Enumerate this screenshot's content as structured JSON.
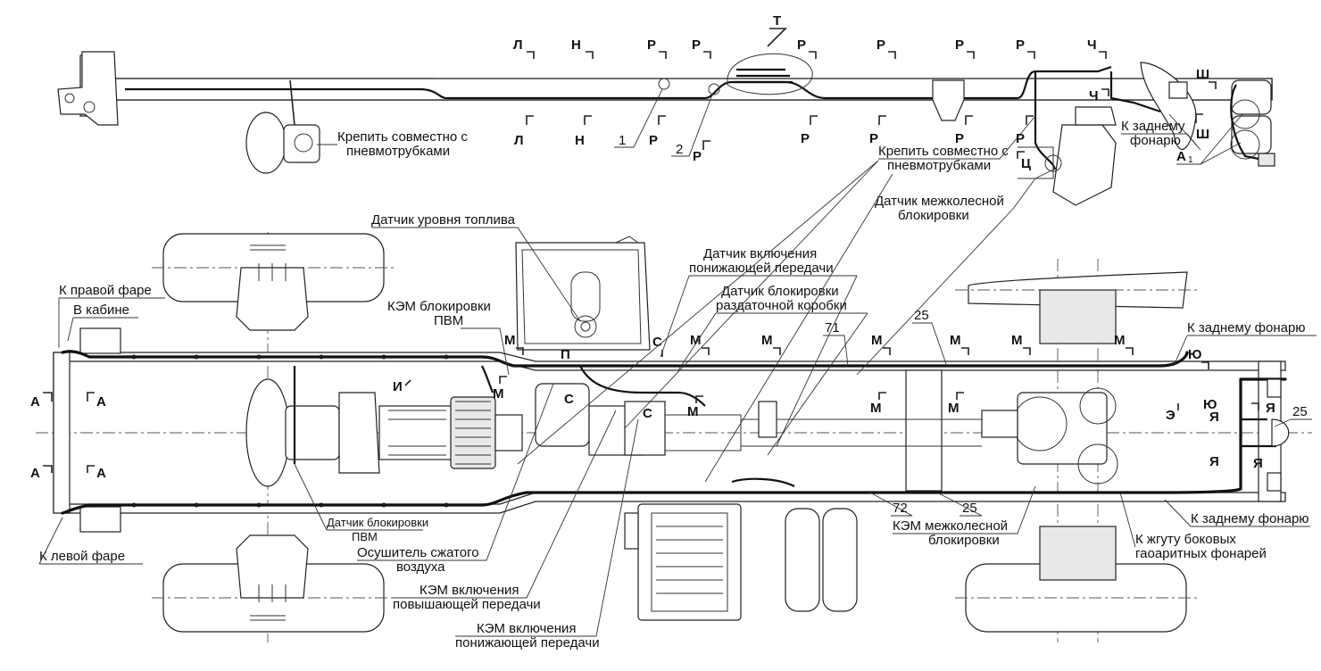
{
  "top_view": {
    "section_marks_top": [
      "Л",
      "Н",
      "Р",
      "Р",
      "Р",
      "Р",
      "Р",
      "Р",
      "Ч"
    ],
    "t_label": "Т",
    "section_marks_bottom": [
      "Л",
      "Н",
      "Р",
      "Р",
      "Р",
      "Р",
      "Р"
    ],
    "ch_lower": "Ч",
    "sh_upper": "Ш",
    "sh_lower": "Ш",
    "ts_label": "Ц",
    "num_1": "1",
    "num_2": "2",
    "a1_label": "А",
    "a1_sub": "1",
    "fix_left": [
      "Крепить совместно с",
      "пневмотрубками"
    ],
    "fix_right": [
      "Крепить совместно с",
      "пневмотрубками"
    ],
    "rear_lamp_top": [
      "К заднему",
      "фонарю"
    ],
    "interwheel_sensor": [
      "Датчик межколесной",
      "блокировки"
    ]
  },
  "plan_view": {
    "fuel_sensor": "Датчик уровня топлива",
    "low_gear_sensor": [
      "Датчик включения",
      "понижающей передачи"
    ],
    "transfer_lock_sensor": [
      "Датчик блокировки",
      "раздаточной коробки"
    ],
    "kem_pvm": [
      "КЭМ блокировки",
      "ПВМ"
    ],
    "right_headlight": "К правой фаре",
    "in_cab": "В кабине",
    "left_headlight": "К левой фаре",
    "pvm_sensor": [
      "Датчик блокировки",
      "ПВМ"
    ],
    "air_dryer": [
      "Осушитель сжатого",
      "воздуха"
    ],
    "kem_high_gear": [
      "КЭМ включения",
      "повышающей передачи"
    ],
    "kem_low_gear": [
      "КЭМ включения",
      "понижающей передачи"
    ],
    "kem_interwheel": [
      "КЭМ межколесной",
      "блокировки"
    ],
    "rear_lamp_right": "К заднему фонарю",
    "rear_lamp_bottom": "К заднему фонарю",
    "side_marker_harness": [
      "К жгуту боковых",
      "гаоаритных фонарей"
    ],
    "num_25_top": "25",
    "num_25_bottom": "25",
    "num_25_right": "25",
    "num_71": "71",
    "num_72": "72",
    "section_a": "А",
    "mark_m": "М",
    "mark_s": "С",
    "mark_p": "П",
    "mark_i": "И",
    "mark_yu": "Ю",
    "mark_e": "Э",
    "mark_ya": "Я"
  }
}
